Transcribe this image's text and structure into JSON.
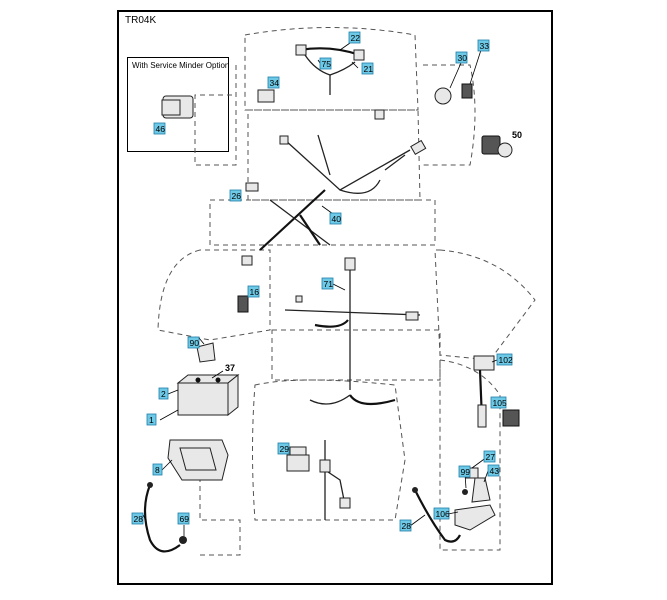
{
  "diagram_code": "TR04K",
  "service_option_label": "With Service Minder Option",
  "callouts": {
    "c22": "22",
    "c75": "75",
    "c21": "21",
    "c34": "34",
    "c46": "46",
    "c30": "30",
    "c33": "33",
    "c50": "50",
    "c26": "26",
    "c40": "40",
    "c71": "71",
    "c16": "16",
    "c90": "90",
    "c37": "37",
    "c2": "2",
    "c1": "1",
    "c8": "8",
    "c29": "29",
    "c102": "102",
    "c105": "105",
    "c99": "99",
    "c27": "27",
    "c43": "43",
    "c28": "28",
    "c69": "69",
    "c28b": "28",
    "c106": "106"
  }
}
